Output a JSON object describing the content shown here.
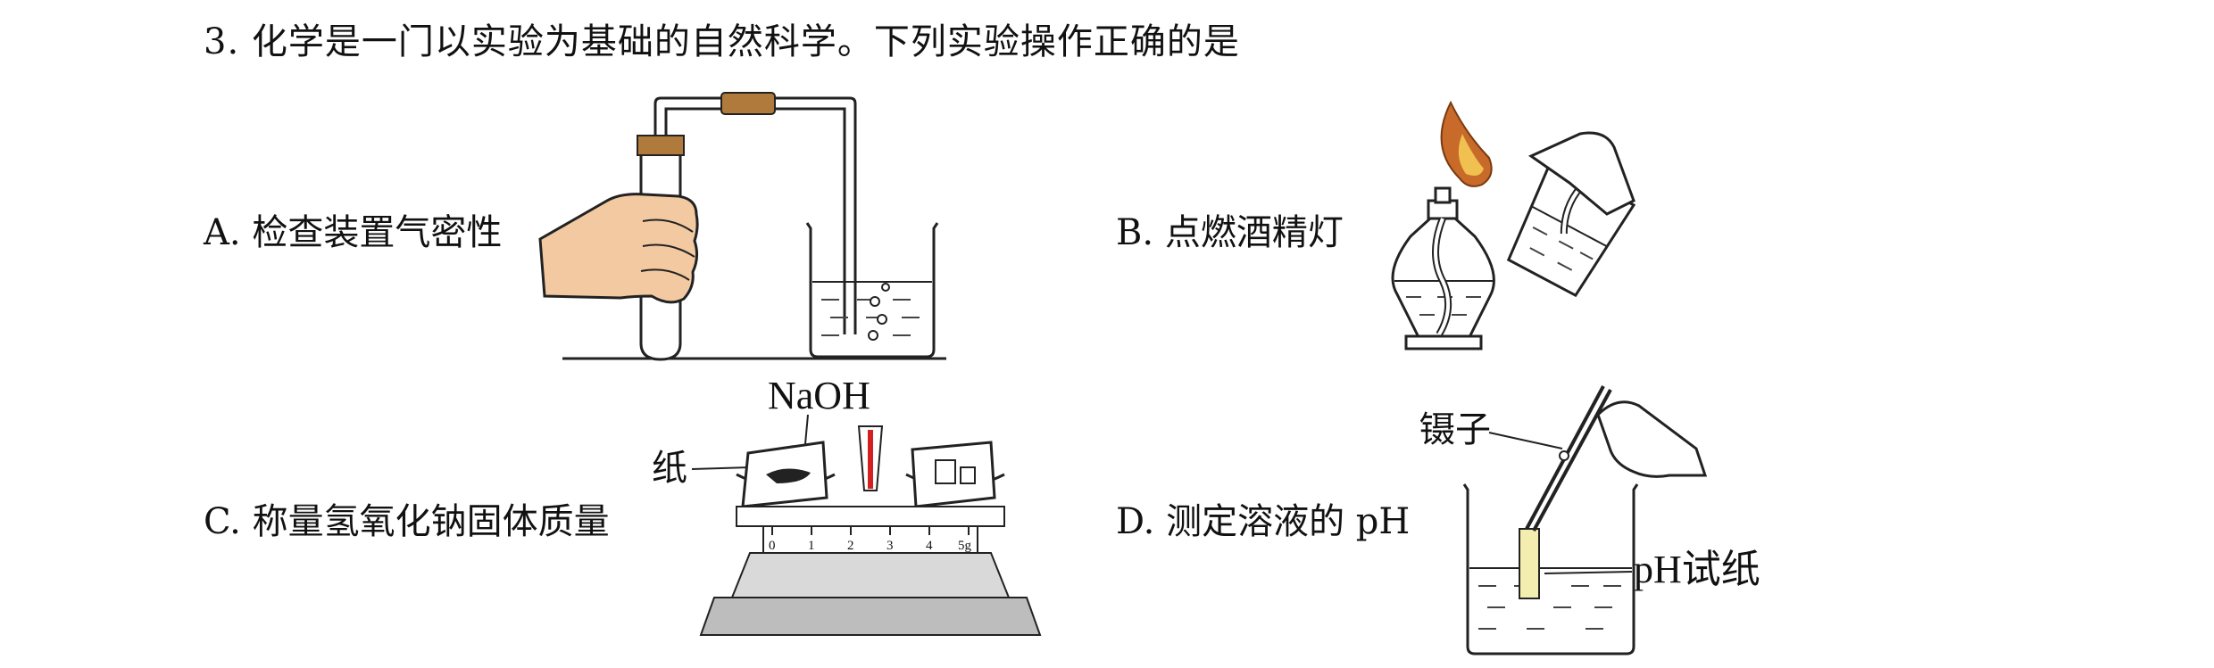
{
  "question": {
    "number": "3.",
    "stem": "化学是一门以实验为基础的自然科学。下列实验操作正确的是"
  },
  "options": [
    {
      "letter": "A.",
      "text": "检查装置气密性"
    },
    {
      "letter": "B.",
      "text": "点燃酒精灯"
    },
    {
      "letter": "C.",
      "text": "称量氢氧化钠固体质量"
    },
    {
      "letter": "D.",
      "text": "测定溶液的 pH"
    }
  ],
  "figure_c": {
    "chemical_label": "NaOH",
    "paper_label": "纸",
    "scale_ticks": [
      "0",
      "1",
      "2",
      "3",
      "4",
      "5g"
    ]
  },
  "figure_d": {
    "tweezers_label": "镊子",
    "ph_paper_label": "pH试纸"
  },
  "colors": {
    "skin": "#f2c9a0",
    "cork": "#b07a3c",
    "flame_outer": "#c86a2a",
    "flame_inner": "#f0c050",
    "pointer_red": "#d42020",
    "ph_paper": "#f3eeb0"
  },
  "icons": [
    "hand-icon",
    "test-tube-icon",
    "beaker-icon",
    "alcohol-lamp-icon",
    "balance-icon",
    "tweezers-icon"
  ]
}
